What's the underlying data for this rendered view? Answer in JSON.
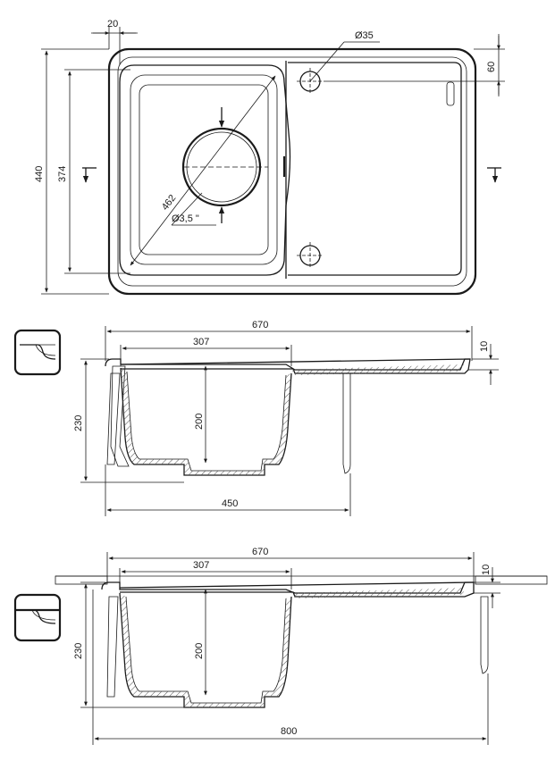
{
  "top_view": {
    "dim_flange_width": "20",
    "dim_overall_depth": "440",
    "dim_bowl_depth": "374",
    "dim_diagonal": "462",
    "dim_waste_diameter": "Ø3,5 \"",
    "dim_tap_hole": "Ø35",
    "dim_tap_offset": "60"
  },
  "section_view_1": {
    "dim_overall_length": "670",
    "dim_bowl_width": "307",
    "dim_bowl_depth": "200",
    "dim_total_height": "230",
    "dim_rim": "10",
    "dim_cabinet": "450"
  },
  "section_view_2": {
    "dim_overall_length": "670",
    "dim_bowl_width": "307",
    "dim_bowl_depth": "200",
    "dim_total_height": "230",
    "dim_rim": "10",
    "dim_cabinet": "800"
  }
}
